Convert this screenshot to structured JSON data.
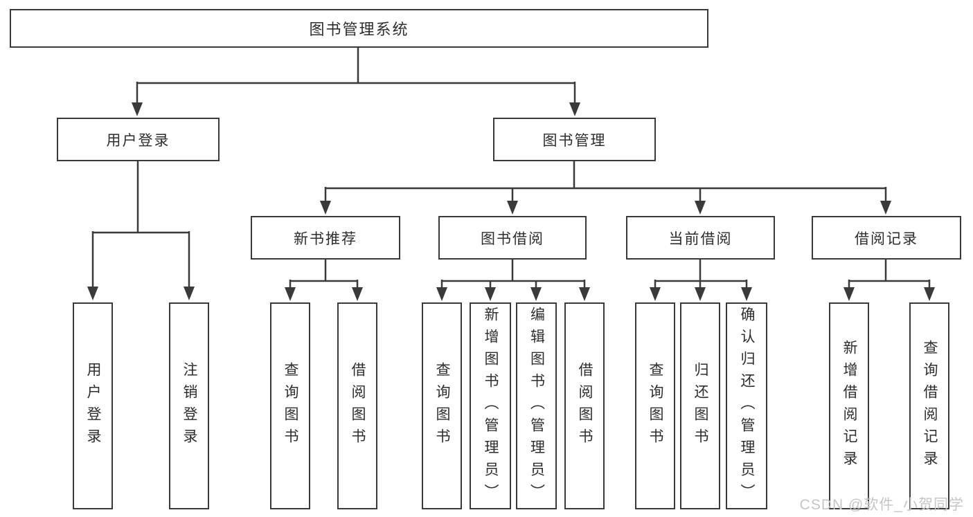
{
  "colors": {
    "line": "#3a3a3a",
    "text": "#2d2d2d",
    "box_fill": "#ffffff",
    "watermark": "#c6c6c6",
    "background": "#ffffff"
  },
  "watermark": {
    "text": "CSDN @软件_小贺同学"
  },
  "diagram": {
    "root": {
      "label": "图书管理系统"
    },
    "children": [
      {
        "label": "用户登录",
        "children": [
          {
            "label": "用户登录"
          },
          {
            "label": "注销登录"
          }
        ]
      },
      {
        "label": "图书管理",
        "children": [
          {
            "label": "新书推荐",
            "children": [
              {
                "label": "查询图书"
              },
              {
                "label": "借阅图书"
              }
            ]
          },
          {
            "label": "图书借阅",
            "children": [
              {
                "label": "查询图书"
              },
              {
                "label": "新增图书（管理员）"
              },
              {
                "label": "编辑图书（管理员）"
              },
              {
                "label": "借阅图书"
              }
            ]
          },
          {
            "label": "当前借阅",
            "children": [
              {
                "label": "查询图书"
              },
              {
                "label": "归还图书"
              },
              {
                "label": "确认归还（管理员）"
              }
            ]
          },
          {
            "label": "借阅记录",
            "children": [
              {
                "label": "新增借阅记录"
              },
              {
                "label": "查询借阅记录"
              }
            ]
          }
        ]
      }
    ]
  }
}
